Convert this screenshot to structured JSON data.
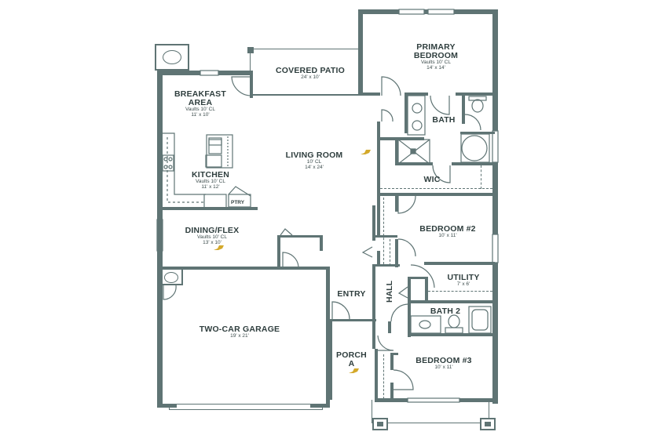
{
  "plan": {
    "title": "Single-story home floor plan",
    "colors": {
      "wall": "#5f7474",
      "text": "#2f3e3e",
      "stairs_marker": "#d4a92a",
      "background": "#ffffff"
    },
    "rooms": {
      "covered_patio": {
        "name": "COVERED PATIO",
        "size": "24' x 10'"
      },
      "primary_bedroom": {
        "name_line1": "PRIMARY",
        "name_line2": "BEDROOM",
        "ceiling": "Vaults 10' CL",
        "size": "14' x 14'"
      },
      "breakfast_area": {
        "name_line1": "BREAKFAST",
        "name_line2": "AREA",
        "ceiling": "Vaults 10' CL",
        "size": "11' x 10'"
      },
      "bath": {
        "name": "BATH"
      },
      "living_room": {
        "name": "LIVING ROOM",
        "ceiling": "10' CL",
        "size": "14' x 24'"
      },
      "kitchen": {
        "name": "KITCHEN",
        "ceiling": "Vaults 10' CL",
        "size": "11' x 12'"
      },
      "pantry": {
        "name": "PTRY"
      },
      "wic": {
        "name": "WIC"
      },
      "dining_flex": {
        "name": "DINING/FLEX",
        "ceiling": "Vaults 10' CL",
        "size": "13' x 10'"
      },
      "bedroom_2": {
        "name": "BEDROOM #2",
        "size": "10' x 11'"
      },
      "utility": {
        "name": "UTILITY",
        "size": "7' x 6'"
      },
      "hall": {
        "name": "HALL"
      },
      "entry": {
        "name": "ENTRY"
      },
      "bath_2": {
        "name": "BATH 2"
      },
      "two_car_garage": {
        "name": "TWO-CAR GARAGE",
        "size": "19' x 21'"
      },
      "porch": {
        "name_line1": "PORCH",
        "name_line2": "A"
      },
      "bedroom_3": {
        "name": "BEDROOM #3",
        "size": "10' x 11'"
      }
    }
  }
}
